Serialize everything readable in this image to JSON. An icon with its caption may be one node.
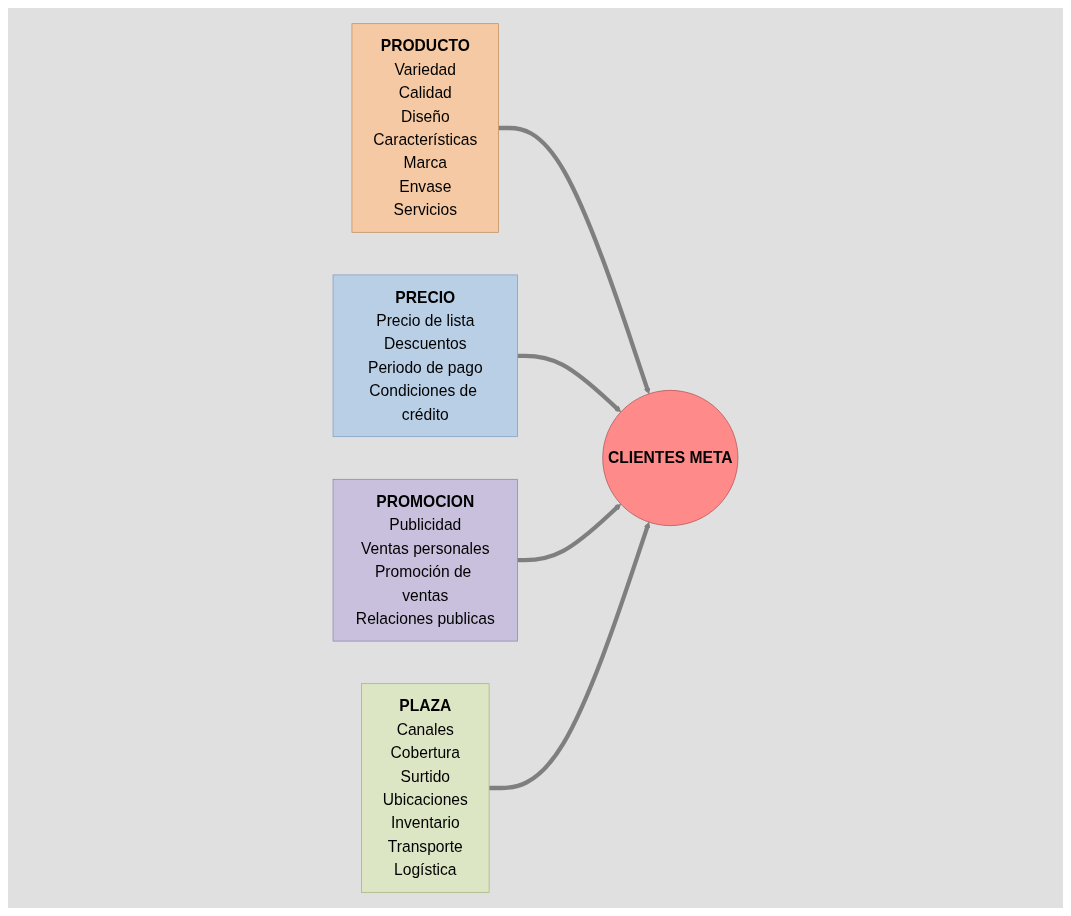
{
  "diagram": {
    "nodes": [
      {
        "text": [
          "PRODUCTO",
          "Variedad",
          "Calidad",
          "Diseño",
          "Características",
          "Marca",
          "Envase",
          "Servicios"
        ]
      },
      {
        "text": [
          "PRECIO",
          "Precio de lista",
          "Descuentos",
          "Periodo de pago",
          "Condiciones de crédito"
        ]
      },
      {
        "text": [
          "CLIENTES META"
        ]
      },
      {
        "text": [
          "PROMOCION",
          "Publicidad",
          "Ventas personales",
          "Promoción de ventas",
          "Relaciones publicas"
        ]
      },
      {
        "text": [
          "PLAZA",
          "Canales",
          "Cobertura",
          "Surtido",
          "Ubicaciones",
          "Inventario",
          "Transporte",
          "Logística"
        ]
      }
    ],
    "edges": [
      {
        "from": 0,
        "to": 2,
        "arrow": "to"
      },
      {
        "from": 1,
        "to": 2,
        "arrow": "to"
      },
      {
        "from": 3,
        "to": 2,
        "arrow": "to"
      },
      {
        "from": 4,
        "to": 2,
        "arrow": "to"
      }
    ]
  }
}
